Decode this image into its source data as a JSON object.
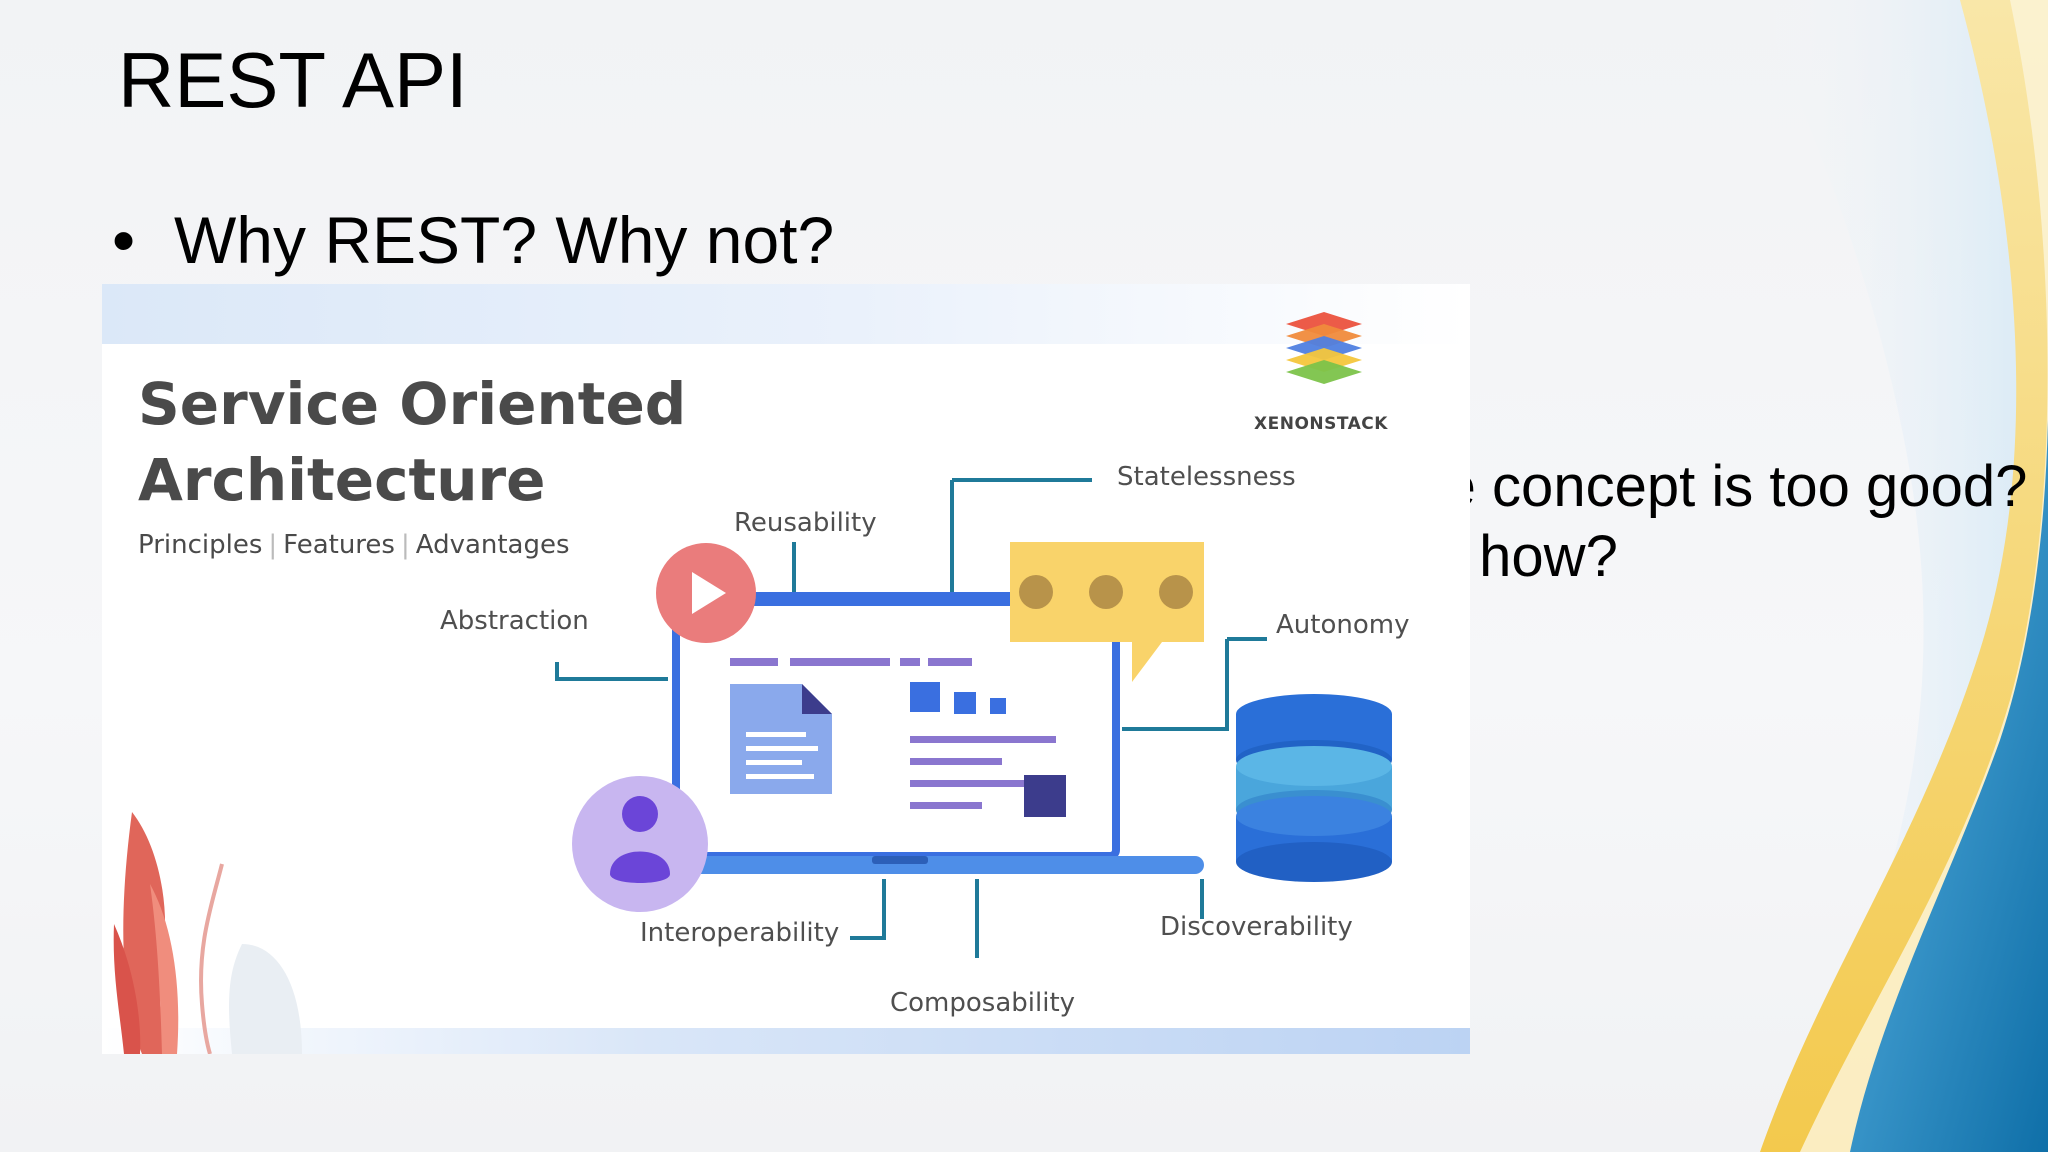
{
  "slide": {
    "title": "REST API",
    "bullet": "Why REST? Why not?",
    "bullet_marker": "•",
    "side_note": [
      "The concept is too good?",
      "But how?"
    ]
  },
  "infographic": {
    "title_line1": "Service Oriented",
    "title_line2": "Architecture",
    "subtitle": [
      "Principles",
      "Features",
      "Advantages"
    ],
    "brand": "XENONSTACK",
    "labels": {
      "reusability": "Reusability",
      "statelessness": "Statelessness",
      "abstraction": "Abstraction",
      "autonomy": "Autonomy",
      "interoperability": "Interoperability",
      "discoverability": "Discoverability",
      "composability": "Composability"
    }
  },
  "colors": {
    "accent_teal": "#1f7a99",
    "screen_blue": "#3a6fe0",
    "play_red": "#e86a6a",
    "chat_yellow": "#f9d36a",
    "db_blue": "#2a6fd8",
    "wave_yellow": "#f6d56b",
    "wave_blue": "#1a86c9"
  }
}
